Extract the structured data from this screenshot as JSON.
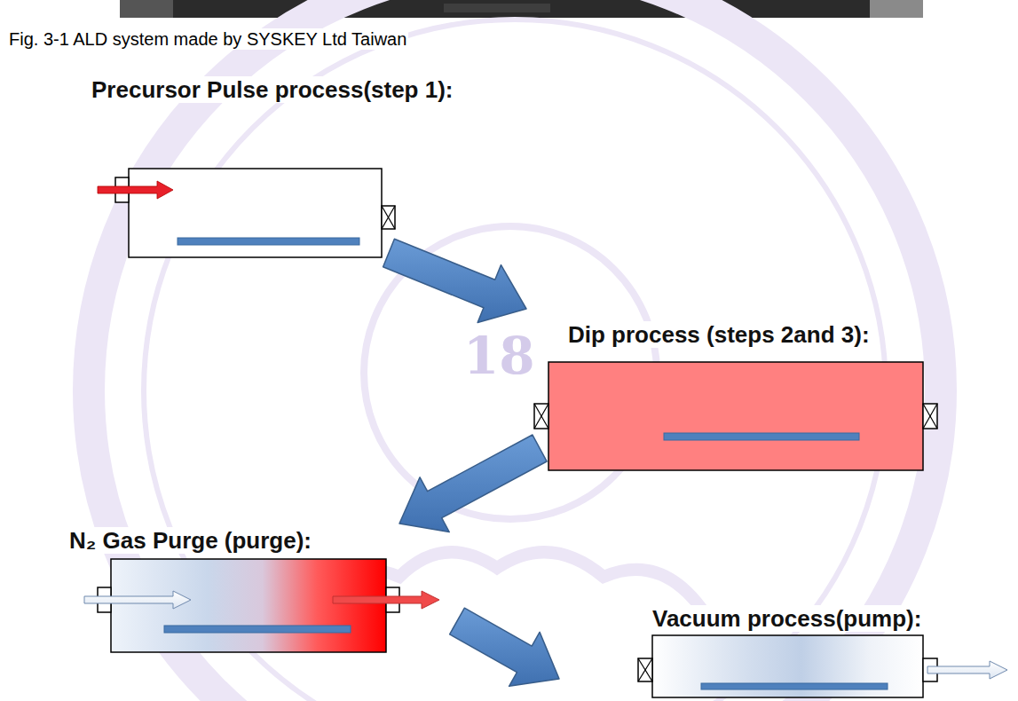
{
  "diagram": {
    "caption": "Fig. 3-1 ALD system made by SYSKEY Ltd Taiwan",
    "nodes": [
      {
        "text": [
          "Precursor Pulse process(step 1):"
        ]
      },
      {
        "text": [
          "Dip process (steps 2and 3):"
        ]
      },
      {
        "text": [
          "N₂ Gas Purge (purge):"
        ]
      },
      {
        "text": [
          "Vacuum process(pump):"
        ]
      }
    ],
    "edges": [
      {
        "from": 0,
        "to": 1,
        "arrow": "to"
      },
      {
        "from": 1,
        "to": 2,
        "arrow": "to"
      },
      {
        "from": 2,
        "to": 3,
        "arrow": "to"
      }
    ],
    "labels": [
      "18"
    ]
  }
}
